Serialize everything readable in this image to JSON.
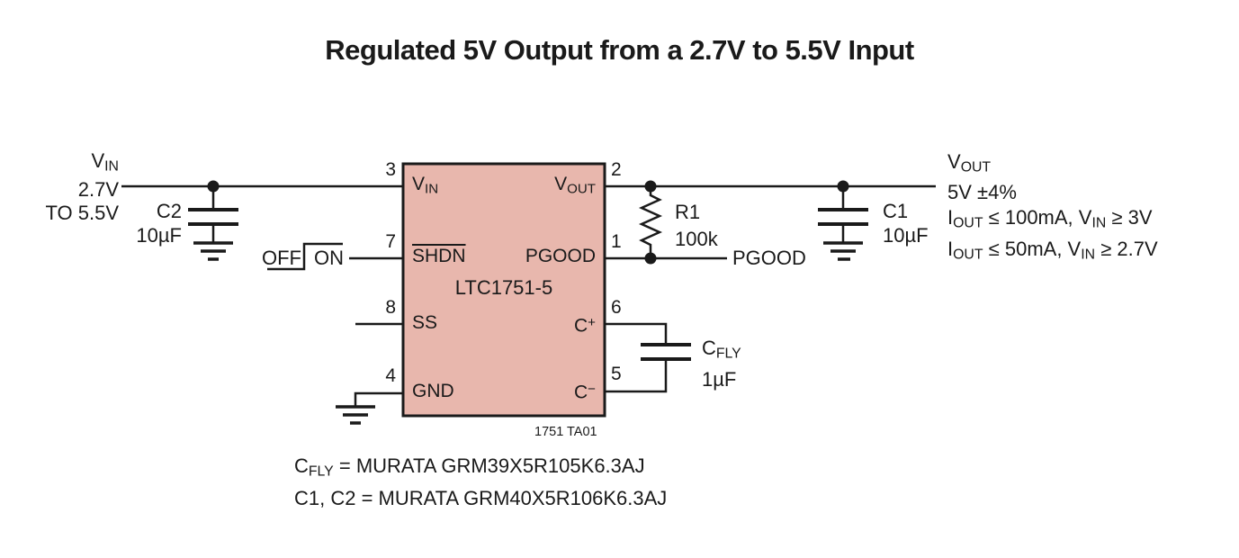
{
  "title": "Regulated 5V Output from a 2.7V to 5.5V Input",
  "colors": {
    "ic_fill": "#e8b7ad",
    "line": "#1a1a1a"
  },
  "source": {
    "v_main": "V",
    "v_sub": "IN",
    "range1": "2.7V",
    "range2": "TO 5.5V"
  },
  "c2": {
    "name": "C2",
    "value": "10µF"
  },
  "offon": {
    "off": "OFF",
    "on": "ON"
  },
  "ic": {
    "name": "LTC1751-5",
    "pin_vin": {
      "num": "3",
      "main": "V",
      "sub": "IN"
    },
    "pin_shdn": {
      "num": "7",
      "label": "SHDN"
    },
    "pin_ss": {
      "num": "8",
      "label": "SS"
    },
    "pin_gnd": {
      "num": "4",
      "label": "GND"
    },
    "pin_vout": {
      "num": "2",
      "main": "V",
      "sub": "OUT"
    },
    "pin_pgood": {
      "num": "1",
      "label": "PGOOD"
    },
    "pin_cp": {
      "num": "6",
      "main": "C",
      "sup": "+"
    },
    "pin_cm": {
      "num": "5",
      "main": "C",
      "sup": "−"
    }
  },
  "r1": {
    "name": "R1",
    "value": "100k"
  },
  "pgood_net": "PGOOD",
  "c1": {
    "name": "C1",
    "value": "10µF"
  },
  "cfly": {
    "main": "C",
    "sub": "FLY",
    "value": "1µF"
  },
  "output": {
    "v_main": "V",
    "v_sub": "OUT",
    "line1": "5V ±4%",
    "spec1": {
      "i": "I",
      "i_sub": "OUT",
      "mid": " ≤ 100mA, ",
      "v": "V",
      "v_sub": "IN",
      "tail": " ≥ 3V"
    },
    "spec2": {
      "i": "I",
      "i_sub": "OUT",
      "mid": " ≤ 50mA, ",
      "v": "V",
      "v_sub": "IN",
      "tail": " ≥ 2.7V"
    }
  },
  "fig_ref": "1751 TA01",
  "notes": {
    "n1_c": "C",
    "n1_sub": "FLY",
    "n1_rest": " = MURATA GRM39X5R105K6.3AJ",
    "n2": "C1, C2 = MURATA GRM40X5R106K6.3AJ"
  }
}
